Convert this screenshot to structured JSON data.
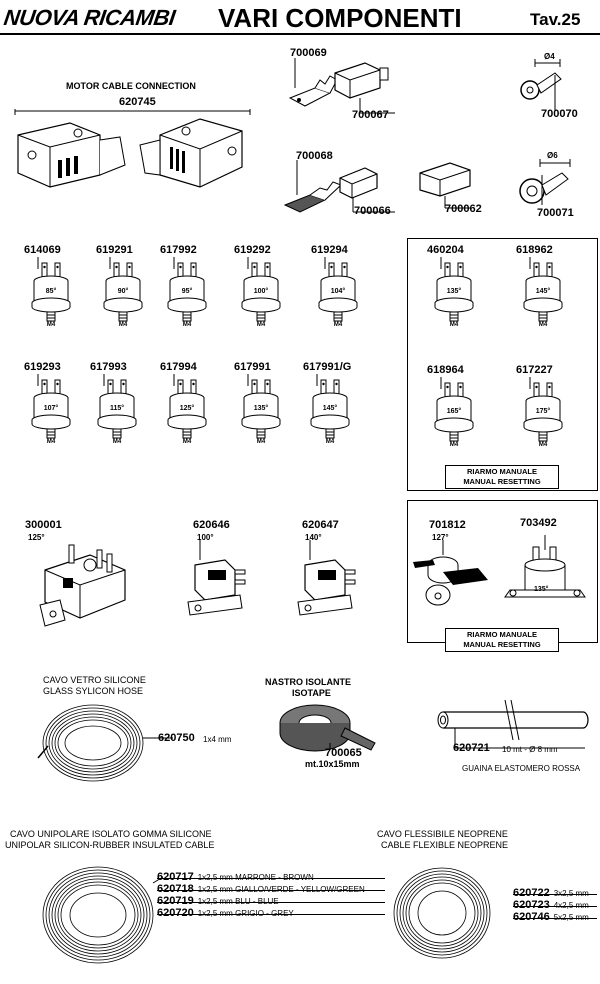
{
  "header": {
    "brand": "NUOVA RICAMBI",
    "title": "VARI COMPONENTI",
    "table": "Tav.25"
  },
  "motor": {
    "title": "MOTOR CABLE CONNECTION",
    "code": "620745"
  },
  "terminals": {
    "c700069": "700069",
    "c700067": "700067",
    "c700070": "700070",
    "d4": "Ø4",
    "c700068": "700068",
    "c700066": "700066",
    "c700062": "700062",
    "c700071": "700071",
    "d6": "Ø6"
  },
  "thermostats_row1": [
    {
      "code": "614069",
      "temp": "85°",
      "thread": "M4"
    },
    {
      "code": "619291",
      "temp": "90°",
      "thread": "M4"
    },
    {
      "code": "617992",
      "temp": "95°",
      "thread": "M4"
    },
    {
      "code": "619292",
      "temp": "100°",
      "thread": "M4"
    },
    {
      "code": "619294",
      "temp": "104°",
      "thread": "M4"
    }
  ],
  "thermostats_row2": [
    {
      "code": "619293",
      "temp": "107°",
      "thread": "M4"
    },
    {
      "code": "617993",
      "temp": "115°",
      "thread": "M4"
    },
    {
      "code": "617994",
      "temp": "125°",
      "thread": "M4"
    },
    {
      "code": "617991",
      "temp": "135°",
      "thread": "M4"
    },
    {
      "code": "617991/G",
      "temp": "145°",
      "thread": "M4"
    }
  ],
  "manual_box1": {
    "items": [
      {
        "code": "460204",
        "temp": "135°",
        "thread": "M4"
      },
      {
        "code": "618962",
        "temp": "145°",
        "thread": "M4"
      },
      {
        "code": "618964",
        "temp": "165°",
        "thread": "M4"
      },
      {
        "code": "617227",
        "temp": "175°",
        "thread": "M4"
      }
    ],
    "note_it": "RIARMO MANUALE",
    "note_en": "MANUAL RESETTING"
  },
  "misc_row": [
    {
      "code": "300001",
      "temp": "125°"
    },
    {
      "code": "620646",
      "temp": "100°"
    },
    {
      "code": "620647",
      "temp": "140°"
    }
  ],
  "manual_box2": {
    "items": [
      {
        "code": "701812",
        "temp": "127°"
      },
      {
        "code": "703492",
        "temp": "135°"
      }
    ],
    "note_it": "RIARMO MANUALE",
    "note_en": "MANUAL RESETTING"
  },
  "glass_hose": {
    "title_it": "CAVO VETRO SILICONE",
    "title_en": "GLASS SYLICON HOSE",
    "code": "620750",
    "spec": "1x4 mm"
  },
  "isotape": {
    "title_it": "NASTRO ISOLANTE",
    "title_en": "ISOTAPE",
    "code": "700065",
    "spec": "mt.10x15mm"
  },
  "sheath": {
    "code": "620721",
    "spec": "10 mt - Ø 8 mm",
    "desc": "GUAINA ELASTOMERO ROSSA"
  },
  "unipolar": {
    "title_it": "CAVO UNIPOLARE ISOLATO GOMMA SILICONE",
    "title_en": "UNIPOLAR SILICON-RUBBER INSULATED CABLE",
    "items": [
      {
        "code": "620717",
        "spec": "1x2,5 mm MARRONE - BROWN"
      },
      {
        "code": "620718",
        "spec": "1x2,5 mm GIALLO/VERDE - YELLOW/GREEN"
      },
      {
        "code": "620719",
        "spec": "1x2,5 mm BLU - BLUE"
      },
      {
        "code": "620720",
        "spec": "1x2,5 mm GRIGIO - GREY"
      }
    ]
  },
  "neoprene": {
    "title_it": "CAVO FLESSIBILE NEOPRENE",
    "title_en": "CABLE FLEXIBLE NEOPRENE",
    "items": [
      {
        "code": "620722",
        "spec": "3x2,5 mm"
      },
      {
        "code": "620723",
        "spec": "4x2,5 mm"
      },
      {
        "code": "620746",
        "spec": "5x2,5 mm"
      }
    ]
  }
}
